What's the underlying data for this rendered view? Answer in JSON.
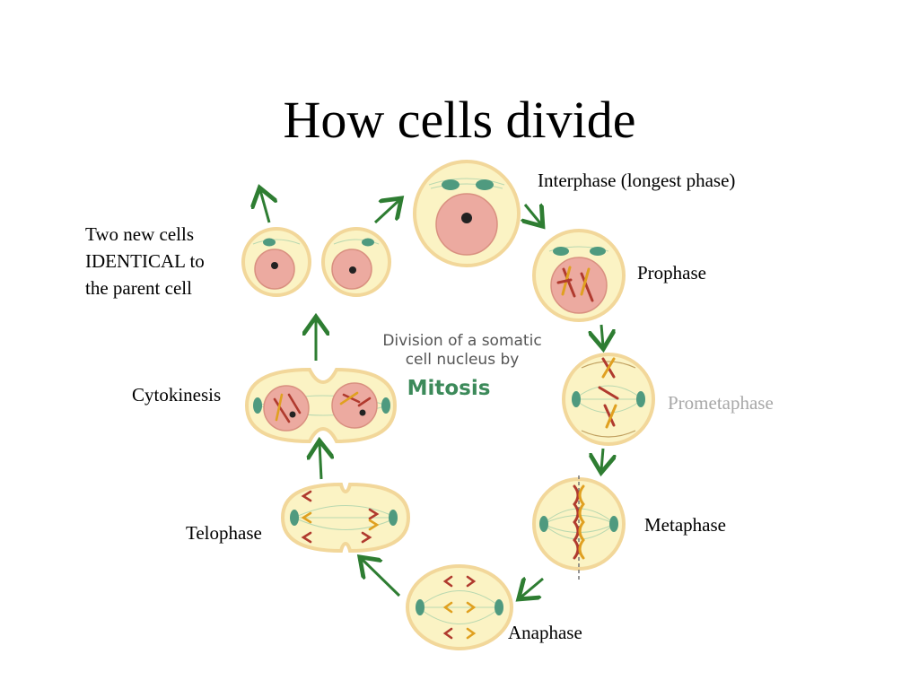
{
  "title": "How cells divide",
  "labels": {
    "interphase": "Interphase (longest phase)",
    "prophase": "Prophase",
    "prometaphase": "Prometaphase",
    "metaphase": "Metaphase",
    "anaphase": "Anaphase",
    "telophase": "Telophase",
    "cytokinesis": "Cytokinesis",
    "two_new_cells_line1": "Two new cells",
    "two_new_cells_line2": "IDENTICAL to",
    "two_new_cells_line3": "the parent cell"
  },
  "center_caption": {
    "line1": "Division of a somatic",
    "line2": "cell nucleus by",
    "line3": "Mitosis"
  },
  "colors": {
    "cell_fill": "#fbf3c4",
    "cell_outline": "#f2d79a",
    "nucleus_fill": "#ecaaa0",
    "centrosome": "#4f9a7f",
    "arrow": "#2e7d32",
    "chromosome_red": "#b03a2e",
    "chromosome_orange": "#e0a020",
    "caption_green": "#3c8a5a",
    "prometaphase_label": "#a8a8a8"
  }
}
